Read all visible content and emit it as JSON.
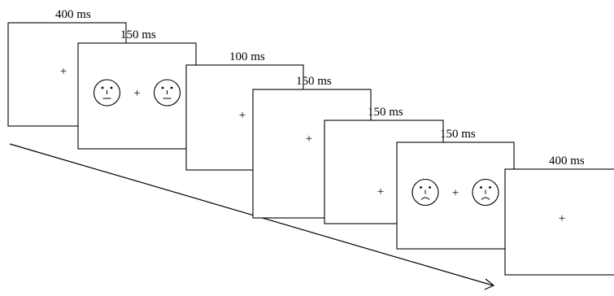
{
  "sequence": [
    {
      "duration": "400 ms",
      "content": "fixation",
      "fixation": "+"
    },
    {
      "duration": "150 ms",
      "content": "faces",
      "fixation": "+",
      "face_expression": "neutral"
    },
    {
      "duration": "100 ms",
      "content": "fixation",
      "fixation": "+"
    },
    {
      "duration": "150 ms",
      "content": "fixation",
      "fixation": "+"
    },
    {
      "duration": "150 ms",
      "content": "fixation",
      "fixation": "+"
    },
    {
      "duration": "150 ms",
      "content": "faces",
      "fixation": "+",
      "face_expression": "sad"
    },
    {
      "duration": "400 ms",
      "content": "fixation",
      "fixation": "+"
    }
  ],
  "colors": {
    "stroke": "#000000",
    "fill": "#ffffff"
  },
  "icons": {
    "time_arrow": "arrow-right-icon",
    "neutral_face": "neutral-face-icon",
    "sad_face": "sad-face-icon"
  }
}
